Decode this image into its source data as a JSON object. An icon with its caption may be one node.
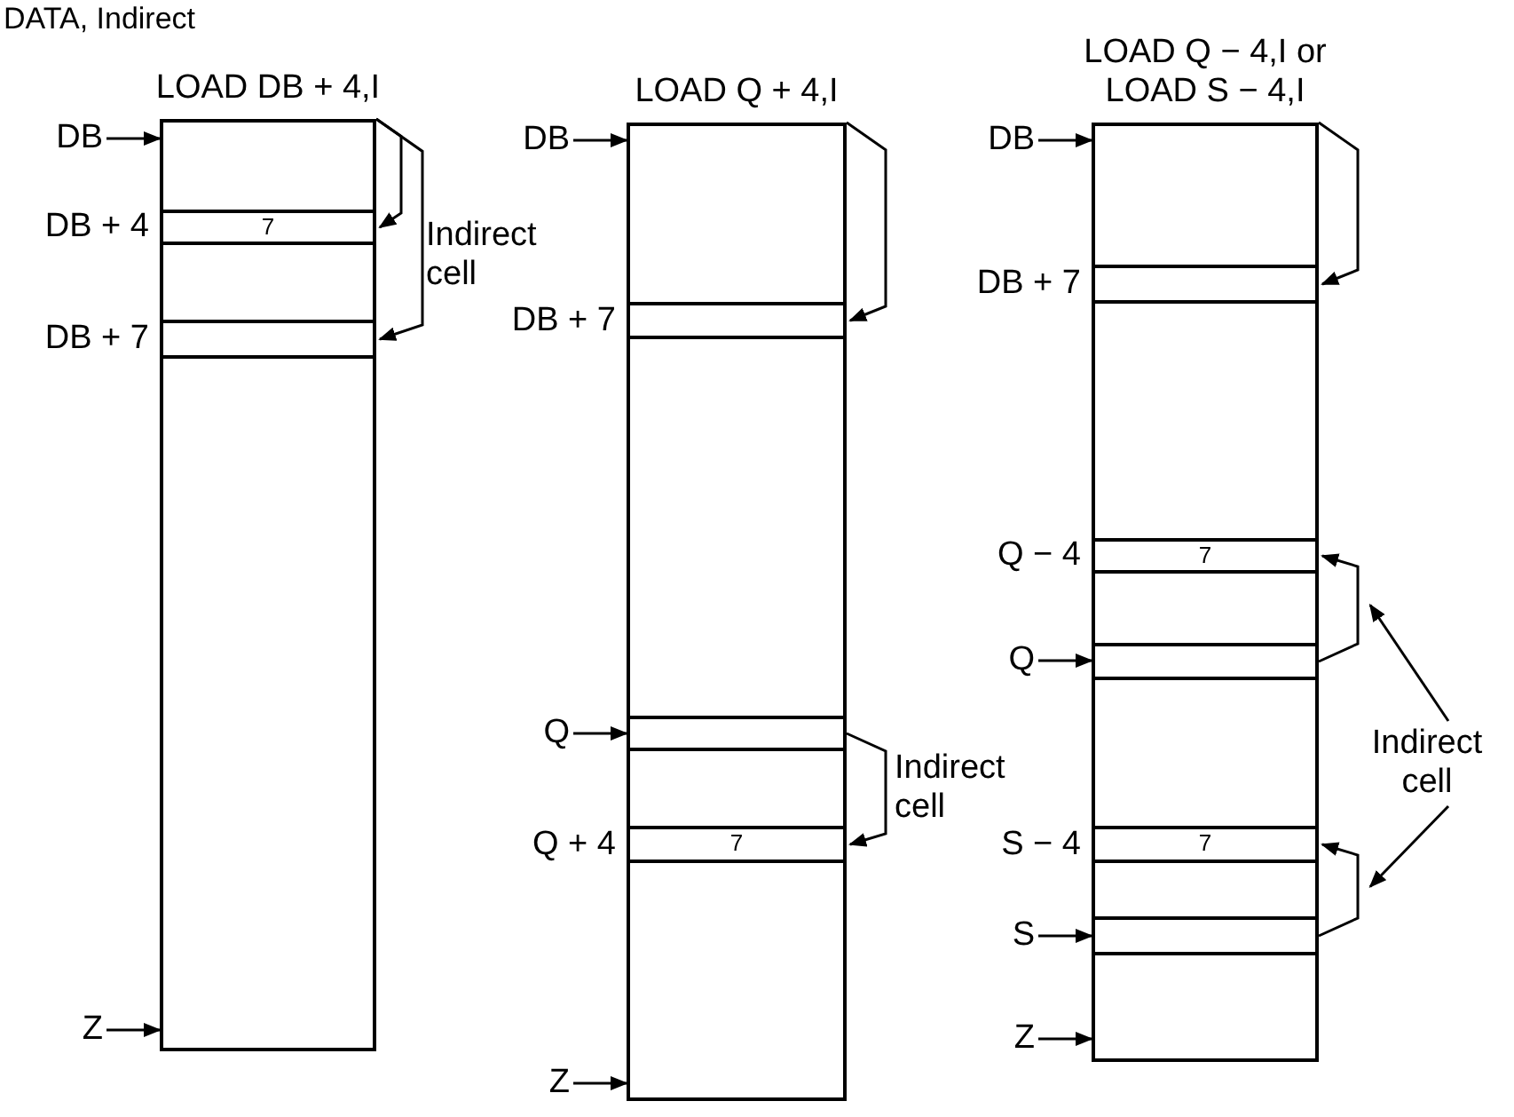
{
  "diagram": {
    "title": "DATA, Indirect",
    "nodes": [
      {
        "text": [
          "LOAD DB + 4,I"
        ]
      },
      {
        "text": [
          "DB"
        ]
      },
      {
        "text": [
          "7"
        ],
        "in": 0,
        "beside": [
          "DB + 4"
        ]
      },
      {
        "text": [],
        "shape": "box",
        "in": 0,
        "beside": [
          "DB + 7"
        ]
      },
      {
        "text": [
          "Z"
        ]
      },
      {
        "text": [
          "LOAD Q + 4,I"
        ]
      },
      {
        "text": [
          "DB"
        ]
      },
      {
        "text": [],
        "shape": "box",
        "in": 5,
        "beside": [
          "DB + 7"
        ]
      },
      {
        "text": [
          "Q"
        ]
      },
      {
        "text": [],
        "shape": "box",
        "in": 5
      },
      {
        "text": [
          "7"
        ],
        "in": 5,
        "beside": [
          "Q + 4"
        ]
      },
      {
        "text": [
          "Z"
        ]
      },
      {
        "text": [
          "LOAD Q − 4,I or LOAD S − 4,I"
        ]
      },
      {
        "text": [
          "DB"
        ]
      },
      {
        "text": [],
        "shape": "box",
        "in": 12,
        "beside": [
          "DB + 7"
        ]
      },
      {
        "text": [
          "7"
        ],
        "in": 12,
        "beside": [
          "Q − 4"
        ]
      },
      {
        "text": [
          "Q"
        ]
      },
      {
        "text": [],
        "shape": "box",
        "in": 12
      },
      {
        "text": [
          "7"
        ],
        "in": 12,
        "beside": [
          "S − 4"
        ]
      },
      {
        "text": [
          "S"
        ]
      },
      {
        "text": [],
        "shape": "box",
        "in": 12
      },
      {
        "text": [
          "Z"
        ]
      },
      {
        "text": [
          "Indirect cell"
        ]
      }
    ],
    "edges": [
      {
        "from": 1,
        "to": 0,
        "arrow": "to"
      },
      {
        "from": 0,
        "to": 2,
        "arrow": "to"
      },
      {
        "from": 0,
        "to": 3,
        "arrow": "to"
      },
      {
        "from": 4,
        "to": 0,
        "arrow": "to"
      },
      {
        "from": 6,
        "to": 5,
        "arrow": "to"
      },
      {
        "from": 5,
        "to": 7,
        "arrow": "to"
      },
      {
        "from": 8,
        "to": 9,
        "arrow": "to"
      },
      {
        "from": 9,
        "to": 10,
        "arrow": "to"
      },
      {
        "from": 11,
        "to": 5,
        "arrow": "to"
      },
      {
        "from": 13,
        "to": 12,
        "arrow": "to"
      },
      {
        "from": 12,
        "to": 14,
        "arrow": "to"
      },
      {
        "from": 16,
        "to": 17,
        "arrow": "to"
      },
      {
        "from": 17,
        "to": 15,
        "arrow": "to"
      },
      {
        "from": 19,
        "to": 20,
        "arrow": "to"
      },
      {
        "from": 20,
        "to": 18,
        "arrow": "to"
      },
      {
        "from": 21,
        "to": 12,
        "arrow": "to"
      },
      {
        "from": 22,
        "to": null,
        "arrow": "to"
      },
      {
        "from": 22,
        "to": null,
        "arrow": "to"
      }
    ],
    "labels": [
      "Indirect cell",
      "Indirect cell"
    ]
  }
}
